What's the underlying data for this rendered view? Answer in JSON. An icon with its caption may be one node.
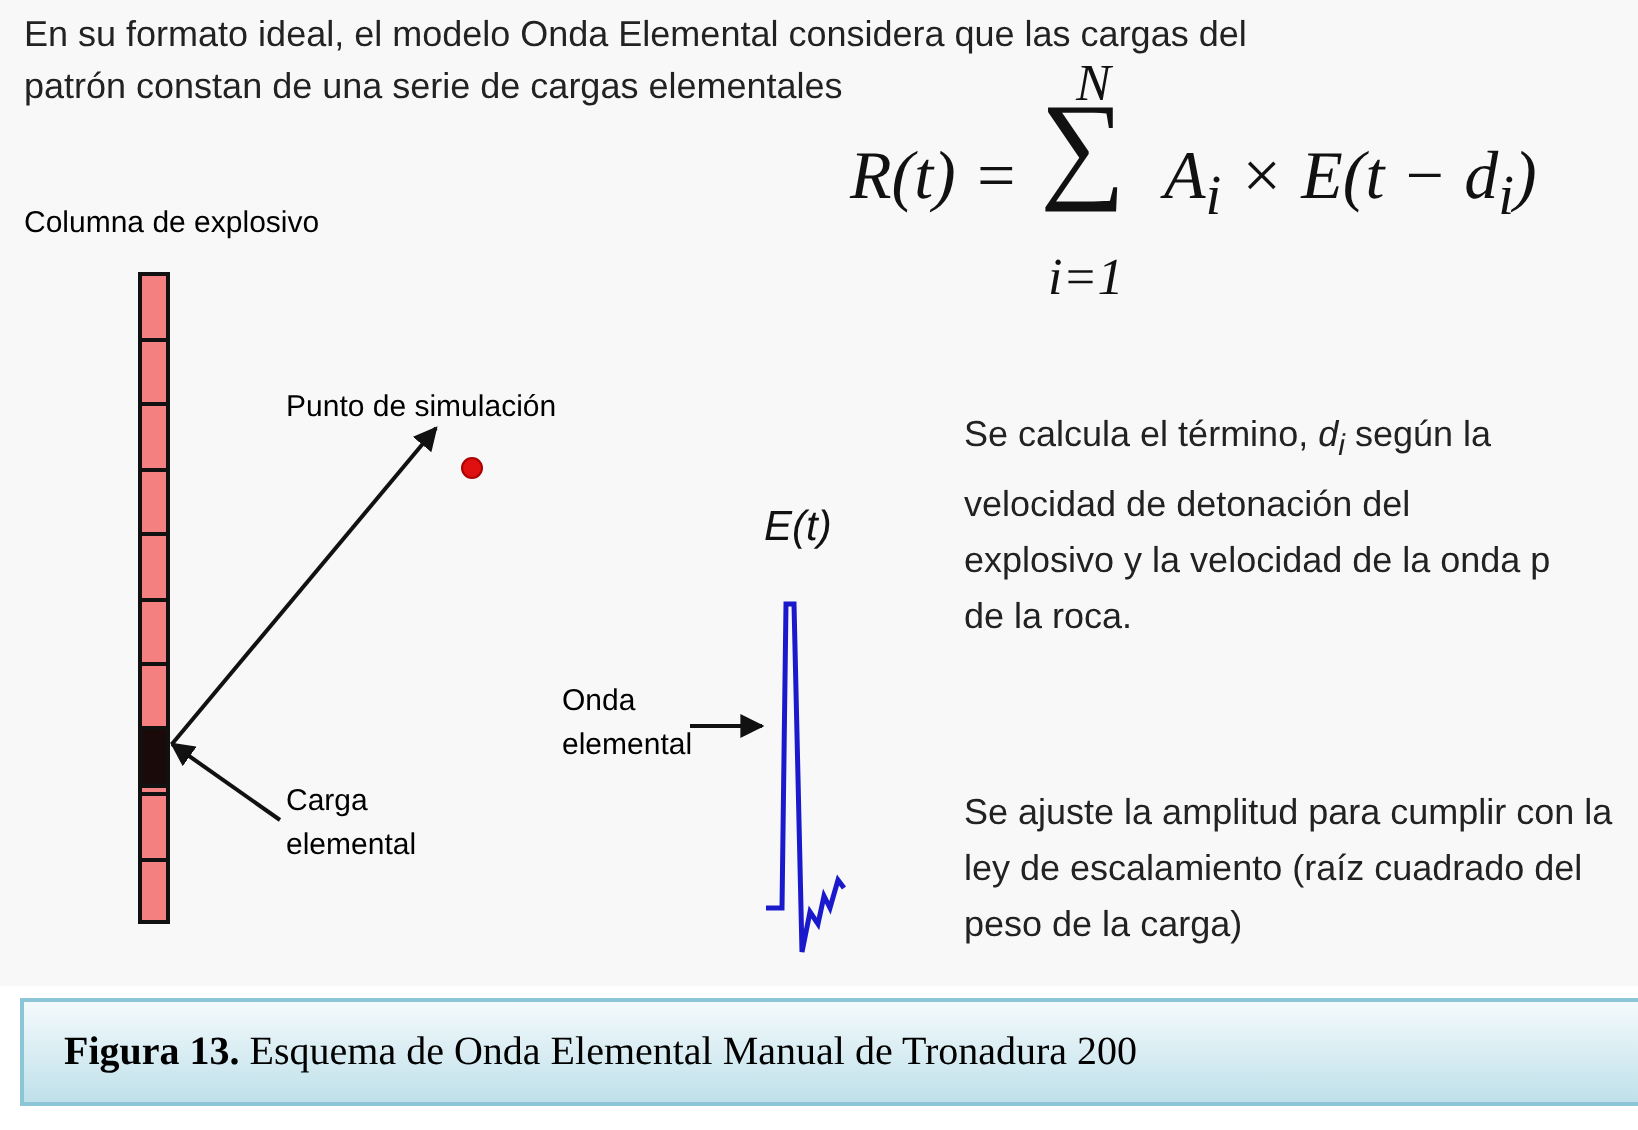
{
  "diagram": {
    "title": "En su formato ideal, el modelo Onda Elemental considera que las cargas del patrón constan de una serie de cargas elementales",
    "caption": "**Figura 13.** Esquema de Onda Elemental Manual de Tronadura 200",
    "nodes": [
      {
        "text": [
          "Columna de explosivo"
        ]
      },
      {
        "text": [],
        "shape": "box",
        "in": 0
      },
      {
        "text": [
          "Punto de simulación"
        ]
      },
      {
        "text": [
          "Carga elemental"
        ]
      },
      {
        "text": [
          "Onda elemental"
        ]
      },
      {
        "text": [
          "E(t)"
        ]
      }
    ],
    "edges": [
      {
        "from": 1,
        "to": 2,
        "arrow": "to"
      },
      {
        "from": 3,
        "to": 1,
        "arrow": "to"
      },
      {
        "from": 4,
        "to": 5,
        "arrow": "to"
      }
    ],
    "labels": [
      "R(t) =",
      "N",
      "∑",
      "i=1",
      "A$_{i}$ × E(t − d$_{i}$)",
      "Se calcula el término, *d$_{i}$* según la velocidad de detonación del explosivo y la velocidad de la onda p de la roca.",
      "Se ajuste la amplitud para cumplir con la ley de escalamiento (raíz cuadrado del peso de la carga)"
    ]
  }
}
